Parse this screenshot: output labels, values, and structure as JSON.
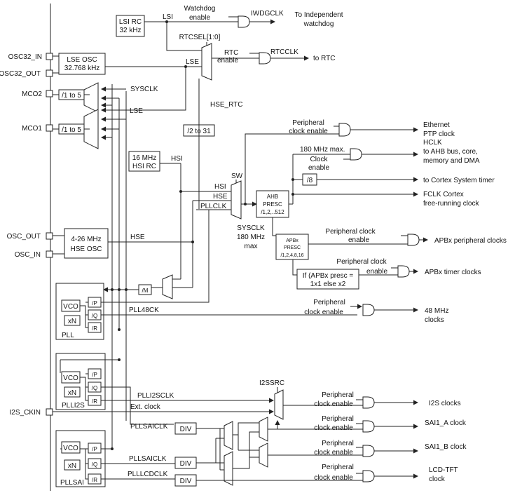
{
  "pins": {
    "osc32_in": "OSC32_IN",
    "osc32_out": "OSC32_OUT",
    "mco2": "MCO2",
    "mco1": "MCO1",
    "osc_out": "OSC_OUT",
    "osc_in": "OSC_IN",
    "i2s_ckin": "I2S_CKIN"
  },
  "oscillators": {
    "lsi_rc": [
      "LSI RC",
      "32 kHz"
    ],
    "lse_osc": [
      "LSE OSC",
      "32.768 kHz"
    ],
    "hsi_rc": [
      "16 MHz",
      "HSI RC"
    ],
    "hse_osc": [
      "4-26 MHz",
      "HSE OSC"
    ]
  },
  "prescalers": {
    "mco2_div": "/1 to 5",
    "mco1_div": "/1 to 5",
    "rtc_div": "/2 to 31",
    "pllm": "/M",
    "div8": "/8",
    "div1": "DIV",
    "div2": "DIV",
    "div3": "DIV"
  },
  "signals": {
    "lsi": "LSI",
    "lse": "LSE",
    "lse2": "LSE",
    "sysclk_in": "SYSCLK",
    "hsi": "HSI",
    "hse": "HSE",
    "hsi_mux": "HSI",
    "hse_mux": "HSE",
    "pllclk": "PLLCLK",
    "sw": "SW",
    "rtcsel": "RTCSEL[1:0]",
    "hse_rtc": "HSE_RTC",
    "rtcclk": "RTCCLK",
    "iwdgclk": "IWDGCLK",
    "pll48ck": "PLL48CK",
    "plli2sclk": "PLLI2SCLK",
    "ext_clock": "Ext. clock",
    "pllsaiclk": "PLLSAICLK",
    "pllsaiclk2": "PLLSAICLK",
    "pllcdclk": "PLLLCDCLK",
    "i2ssrc": "I2SSRC"
  },
  "sysclk_note": [
    "SYSCLK",
    "180 MHz",
    "max"
  ],
  "ahb_max": "180 MHz max.",
  "enables": {
    "watchdog": [
      "Watchdog",
      "enable"
    ],
    "rtc": [
      "RTC",
      "enable"
    ],
    "periph_eth": [
      "Peripheral",
      "clock enable"
    ],
    "clock_enable": [
      "Clock",
      "enable"
    ],
    "apbx_periph": [
      "Peripheral clock",
      "enable"
    ],
    "apbx_timer": [
      "Peripheral clock",
      "enable"
    ],
    "pll48": [
      "Peripheral",
      "clock enable"
    ],
    "i2s": [
      "Peripheral",
      "clock enable"
    ],
    "sai_a": [
      "Peripheral",
      "clock enable"
    ],
    "sai_b": [
      "Peripheral",
      "clock enable"
    ],
    "lcd": [
      "Peripheral",
      "clock enable"
    ]
  },
  "blocks": {
    "ahb": [
      "AHB",
      "PRESC",
      "/1,2,..512"
    ],
    "apb": [
      "APBx",
      "PRESC",
      "/1,2,4,8,16"
    ],
    "apb_timer_rule": [
      "If (APBx presc =",
      "1x1 else x2"
    ]
  },
  "pll": {
    "vco": "VCO",
    "xn": "xN",
    "p": "/P",
    "q": "/Q",
    "r": "/R",
    "pll_name": "PLL",
    "plli2s_name": "PLLI2S",
    "pllsai_name": "PLLSAI"
  },
  "outputs": {
    "iwdg": [
      "To Independent",
      "watchdog"
    ],
    "rtc": "to RTC",
    "ethernet": [
      "Ethernet",
      "PTP clock"
    ],
    "hclk": [
      "HCLK",
      "to AHB bus, core,",
      "memory and DMA"
    ],
    "cortex_timer": "to Cortex System timer",
    "fclk": [
      "FCLK Cortex",
      "free-running clock"
    ],
    "apbx_periph": "APBx peripheral clocks",
    "apbx_timer": "APBx timer clocks",
    "mhz48": [
      "48 MHz",
      "clocks"
    ],
    "i2s": "I2S clocks",
    "sai_a": "SAI1_A clock",
    "sai_b": "SAI1_B clock",
    "lcd": [
      "LCD-TFT",
      "clock"
    ]
  }
}
